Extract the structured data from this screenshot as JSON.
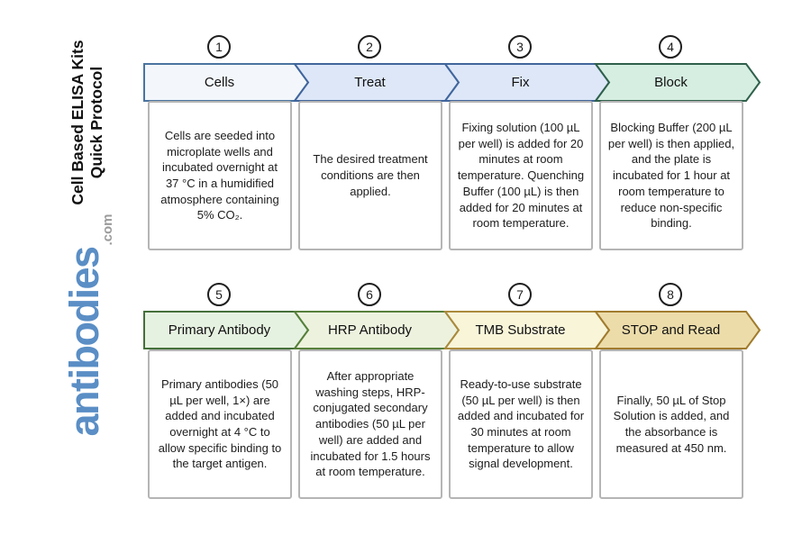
{
  "sidebar": {
    "title_line1": "Cell Based ELISA Kits",
    "title_line2": "Quick Protocol",
    "brand": "antibodies",
    "brand_suffix": ".com",
    "brand_color": "#5a8ec5",
    "brand_suffix_color": "#9b9b9b",
    "title_color": "#111111"
  },
  "steps": [
    {
      "number": "1",
      "label": "Cells",
      "arrow_fill": "#f3f7fb",
      "arrow_border": "#4a74a0",
      "description": "Cells are seeded into microplate wells and incubated overnight at 37 °C in a humidified atmosphere containing 5% CO₂."
    },
    {
      "number": "2",
      "label": "Treat",
      "arrow_fill": "#dde7f8",
      "arrow_border": "#41659c",
      "description": "The desired treatment conditions are then applied."
    },
    {
      "number": "3",
      "label": "Fix",
      "arrow_fill": "#dde7f8",
      "arrow_border": "#41659c",
      "description": "Fixing solution (100 µL per well) is added for 20 minutes at room temperature. Quenching Buffer (100 µL) is then added for 20 minutes at room temperature."
    },
    {
      "number": "4",
      "label": "Block",
      "arrow_fill": "#d6eee2",
      "arrow_border": "#2f604b",
      "description": "Blocking Buffer (200 µL per well) is then applied, and the plate is incubated for 1 hour at room temperature to reduce non-specific binding."
    },
    {
      "number": "5",
      "label": "Primary Antibody",
      "arrow_fill": "#e6f2e1",
      "arrow_border": "#44703a",
      "description": "Primary antibodies (50 µL per well, 1×) are added and incubated overnight at 4 °C to allow specific binding to the target antigen."
    },
    {
      "number": "6",
      "label": "HRP Antibody",
      "arrow_fill": "#edf2de",
      "arrow_border": "#56803b",
      "description": "After appropriate washing steps, HRP-conjugated secondary antibodies (50 µL per well) are added and incubated for 1.5 hours at room temperature."
    },
    {
      "number": "7",
      "label": "TMB Substrate",
      "arrow_fill": "#f8f5d9",
      "arrow_border": "#ab8a3c",
      "description": "Ready-to-use substrate (50 µL per well) is then added and incubated for 30 minutes at room temperature to allow signal development."
    },
    {
      "number": "8",
      "label": "STOP and Read",
      "arrow_fill": "#ecdcaa",
      "arrow_border": "#a07b2d",
      "description": "Finally, 50 µL of Stop Solution is added, and the absorbance is measured at 450 nm."
    }
  ]
}
